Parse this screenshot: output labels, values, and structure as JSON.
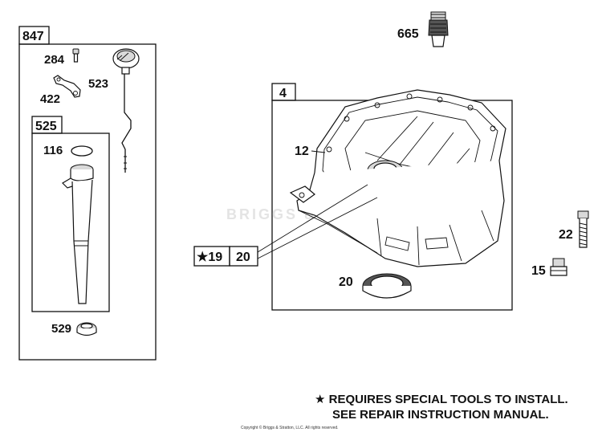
{
  "callouts": {
    "box_847": "847",
    "part_284": "284",
    "part_422": "422",
    "part_523": "523",
    "box_525": "525",
    "part_116": "116",
    "part_529": "529",
    "part_665": "665",
    "box_4": "4",
    "part_12": "12",
    "kit_star_19": "★19",
    "kit_20": "20",
    "part_20": "20",
    "part_22": "22",
    "part_15": "15"
  },
  "watermark": "BRIGGS & STRATTON",
  "notes": {
    "line1": "★ REQUIRES SPECIAL TOOLS TO INSTALL.",
    "line2": "SEE REPAIR INSTRUCTION MANUAL."
  },
  "copyright": "Copyright © Briggs & Stratton, LLC. All rights reserved."
}
